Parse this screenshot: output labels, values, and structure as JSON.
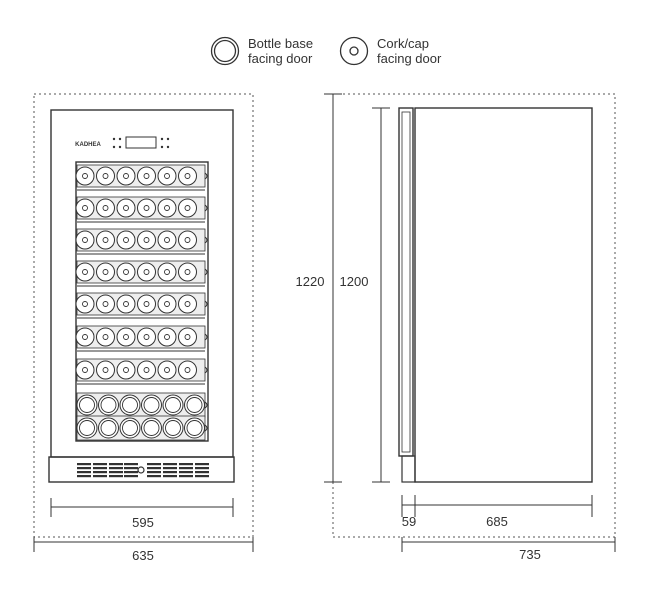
{
  "legend": [
    {
      "icon": "bottle-base-icon",
      "line1": "Bottle base",
      "line2": "facing door"
    },
    {
      "icon": "cork-cap-icon",
      "line1": "Cork/cap",
      "line2": "facing door"
    }
  ],
  "front": {
    "logo": "KADHEA",
    "shelves": [
      {
        "orientation": "cork-cap",
        "count": 6
      },
      {
        "orientation": "cork-cap",
        "count": 6
      },
      {
        "orientation": "cork-cap",
        "count": 6
      },
      {
        "orientation": "cork-cap",
        "count": 6
      },
      {
        "orientation": "cork-cap",
        "count": 6
      },
      {
        "orientation": "cork-cap",
        "count": 6
      },
      {
        "orientation": "cork-cap",
        "count": 6
      },
      {
        "orientation": "bottle-base",
        "count": 6
      },
      {
        "orientation": "bottle-base",
        "count": 6
      }
    ],
    "dims": {
      "inner_width": "595",
      "outer_width": "635"
    }
  },
  "side": {
    "dims": {
      "outer_height": "1220",
      "inner_height": "1200",
      "door_depth": "59",
      "body_depth": "685",
      "total_depth": "735"
    }
  },
  "colors": {
    "line": "#333333",
    "dashed": "#555555",
    "light": "#eeeeee"
  }
}
